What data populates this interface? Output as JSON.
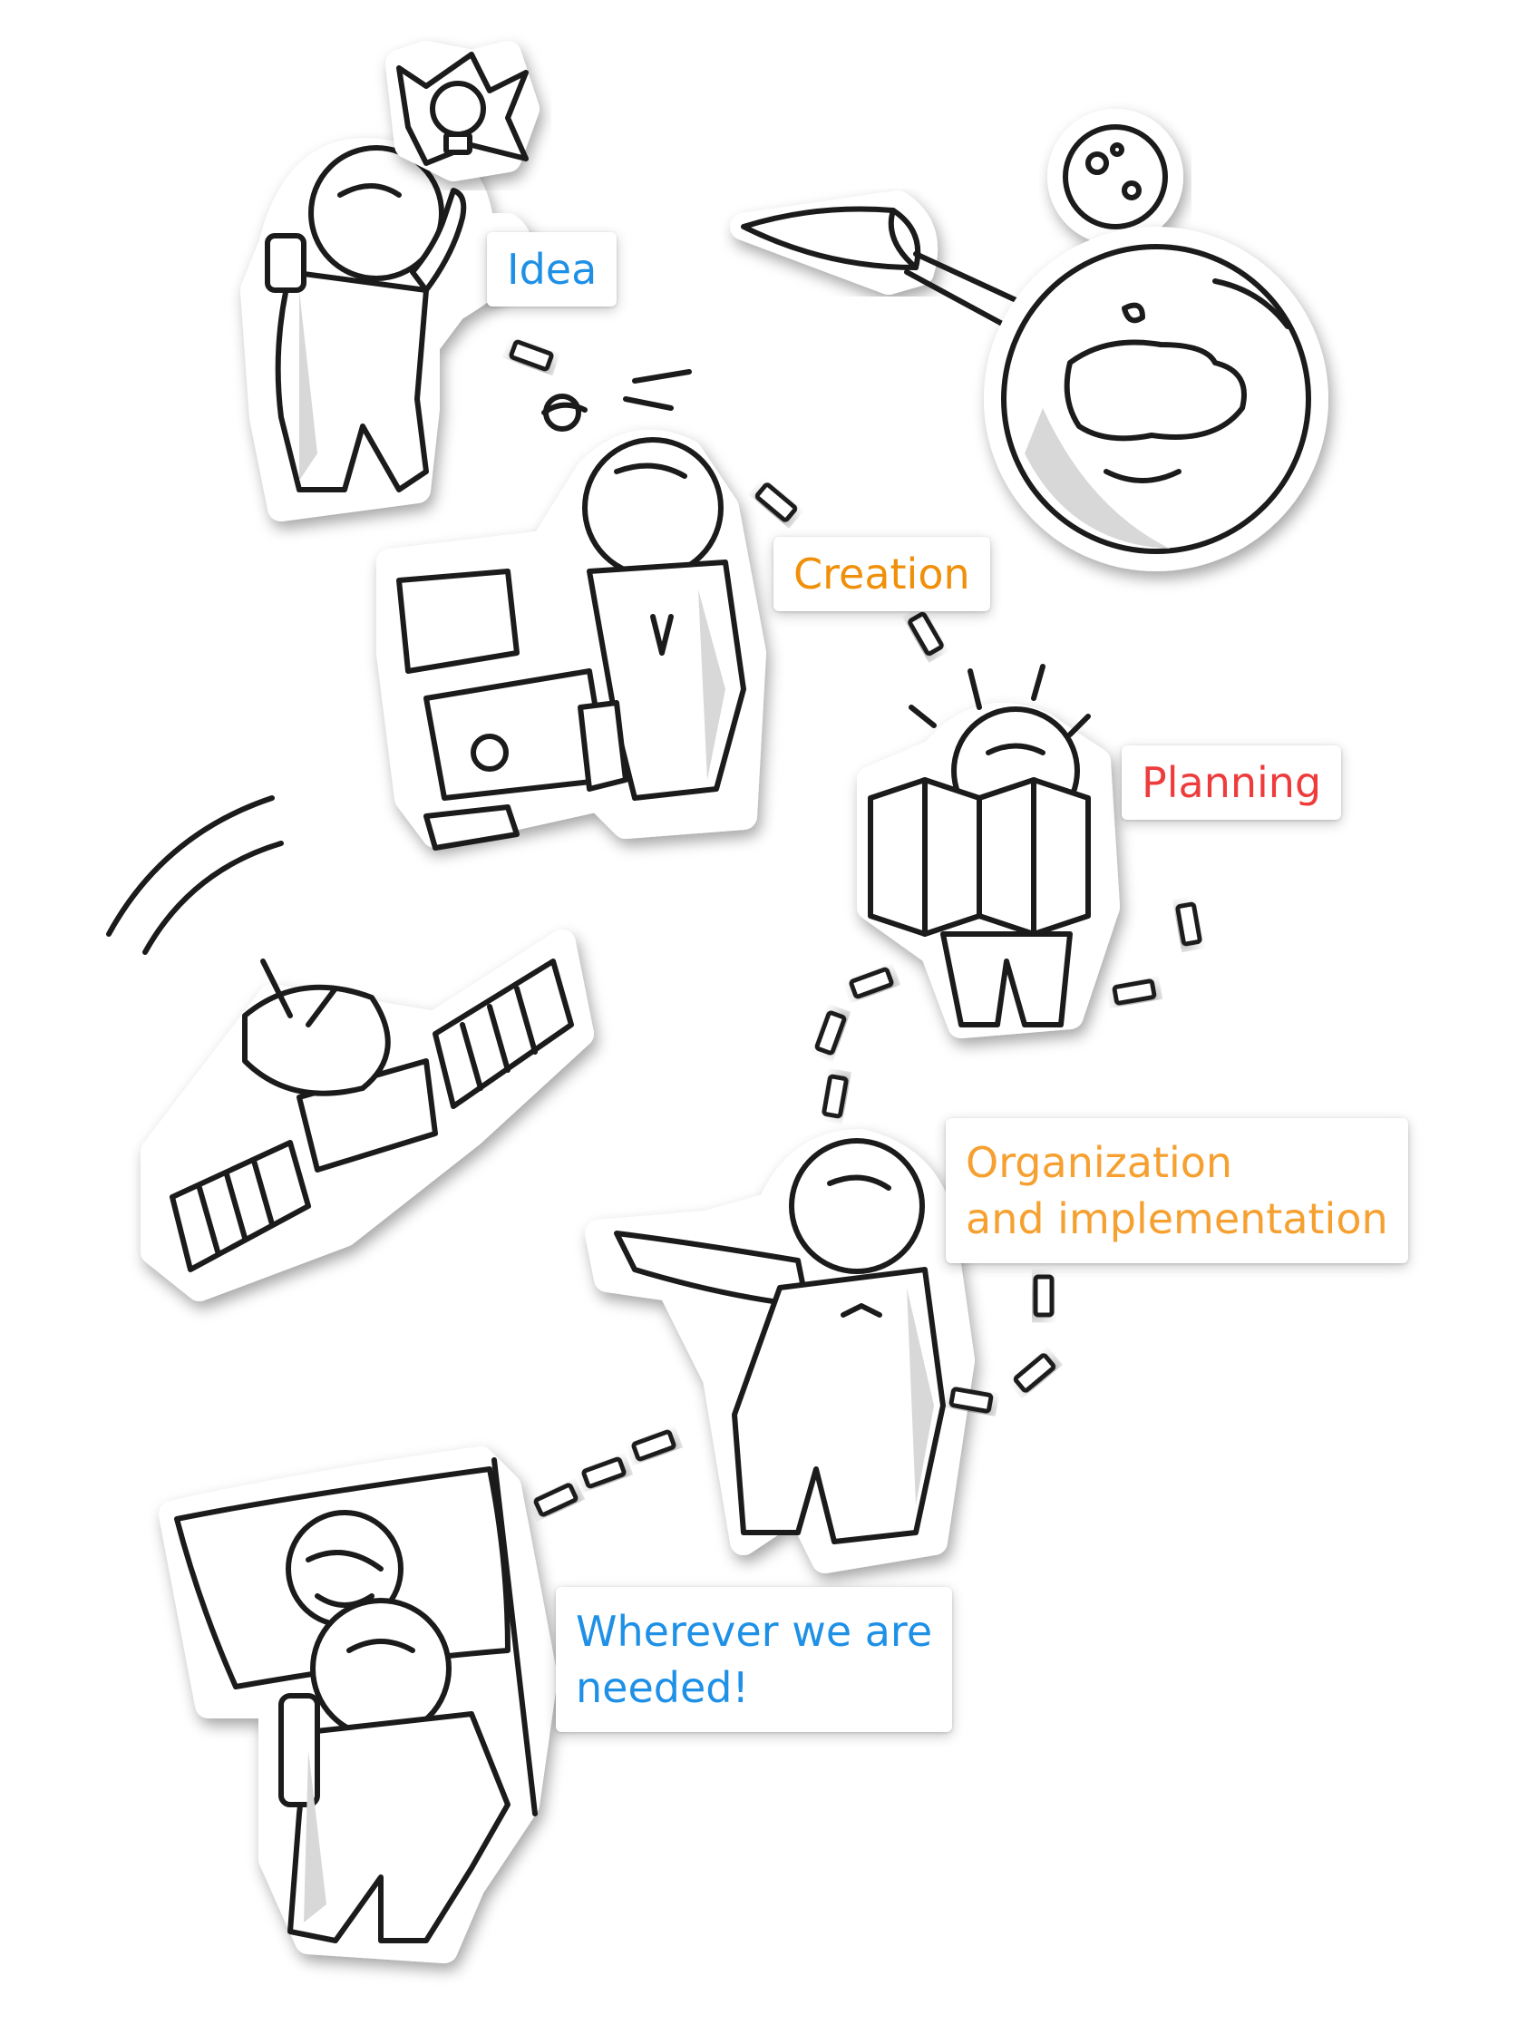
{
  "labels": {
    "idea": "Idea",
    "creation": "Creation",
    "planning": "Planning",
    "organization_line1": "Organization",
    "organization_line2": "and implementation",
    "wherever_line1": "Wherever we are",
    "wherever_line2": "needed!"
  },
  "colors": {
    "idea": "#1e90e6",
    "creation": "#f0900a",
    "planning": "#ee3c3c",
    "organization": "#f5a030",
    "wherever": "#1e90e6",
    "ink": "#1b1b1b"
  },
  "icons": [
    "astronaut-idea-icon",
    "light-bulb-icon",
    "astronaut-creation-icon",
    "astronaut-planning-icon",
    "astronaut-organization-icon",
    "astronaut-flag-icon",
    "rocket-icon",
    "planet-earth-icon",
    "moon-icon",
    "satellite-icon"
  ]
}
